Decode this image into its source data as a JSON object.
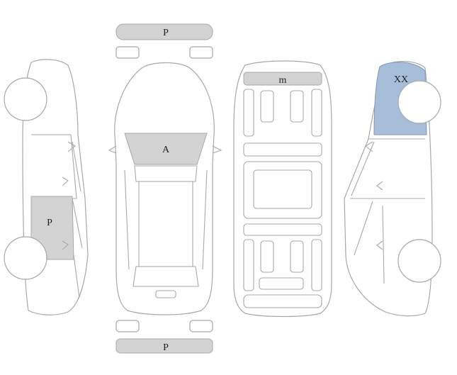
{
  "colors": {
    "outline": "#a8a8a8",
    "marked_grey": "#d3d3d3",
    "marked_blue": "#a7bedb",
    "background": "#ffffff"
  },
  "labels": {
    "front_bumper": "P",
    "rear_bumper": "P",
    "hood": "A",
    "underbody_front": "m",
    "left_rear_door": "P",
    "right_front_fender": "XX"
  }
}
